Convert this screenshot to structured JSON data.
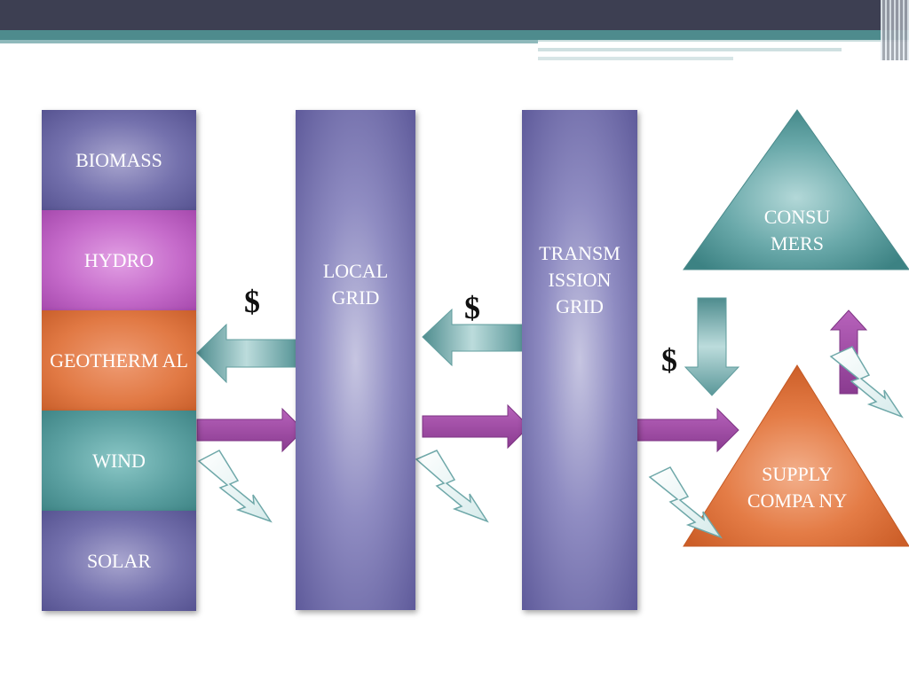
{
  "sources": {
    "biomass": "BIOMASS",
    "hydro": "HYDRO",
    "geothermal": "GEOTHERM AL",
    "wind": "WIND",
    "solar": "SOLAR"
  },
  "grids": {
    "local": "LOCAL GRID",
    "transmission": "TRANSM ISSION GRID"
  },
  "consumers": "CONSU MERS",
  "supply_company": "SUPPLY COMPA NY",
  "currency_symbol": "$",
  "colors": {
    "purple": "#7471ad",
    "magenta": "#c66ccb",
    "orange": "#e17944",
    "teal": "#5a9fa0",
    "power_arrow": "#9b4aa0",
    "money_arrow": "#6fa9aa"
  }
}
